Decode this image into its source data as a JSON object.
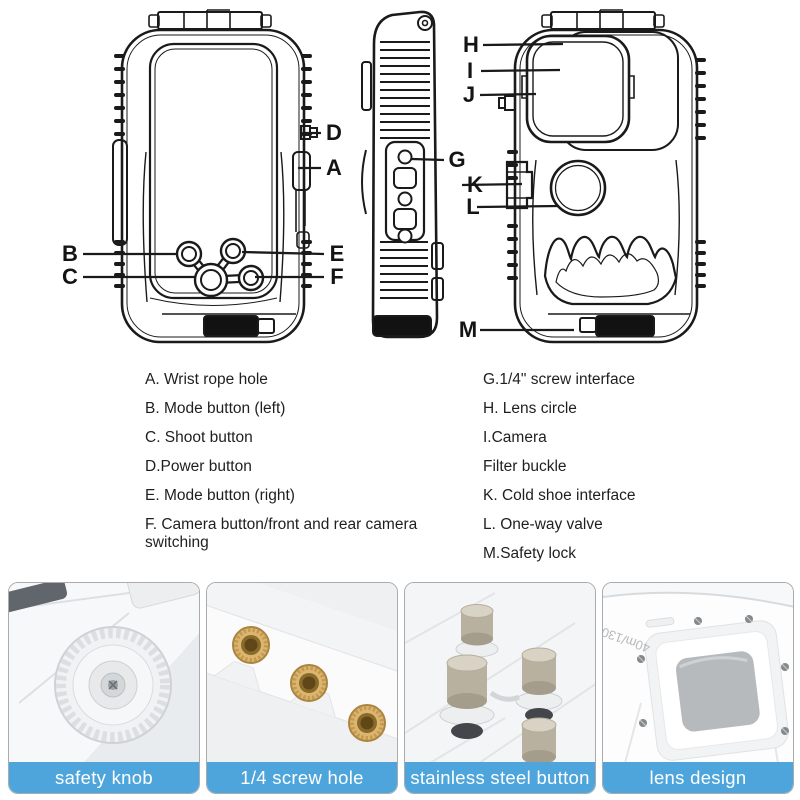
{
  "diagram": {
    "description": "waterproof phone case line drawings: front, side, back views",
    "callouts": [
      {
        "letter": "A"
      },
      {
        "letter": "B"
      },
      {
        "letter": "C"
      },
      {
        "letter": "D"
      },
      {
        "letter": "E"
      },
      {
        "letter": "F"
      },
      {
        "letter": "G"
      },
      {
        "letter": "H"
      },
      {
        "letter": "I"
      },
      {
        "letter": "J"
      },
      {
        "letter": "K"
      },
      {
        "letter": "L"
      },
      {
        "letter": "M"
      }
    ]
  },
  "legend": {
    "left_items": [
      "A. Wrist rope hole",
      "B. Mode button (left)",
      "C. Shoot button",
      "D.Power button",
      "E. Mode button (right)",
      "F. Camera button/front and rear camera switching"
    ],
    "right_items": [
      "G.1/4\" screw interface",
      "H. Lens circle",
      "I.Camera",
      "Filter buckle",
      "K. Cold shoe interface",
      "L. One-way valve",
      "M.Safety lock"
    ]
  },
  "gallery": {
    "items": [
      {
        "caption": "safety knob"
      },
      {
        "caption": "1/4 screw hole"
      },
      {
        "caption": "stainless steel button"
      },
      {
        "caption": "lens design",
        "overlay_text": "40m/130ft."
      }
    ]
  },
  "colors": {
    "caption_bar": "#4da5db",
    "line_art": "#1a1a1a",
    "brass": "#c9a55a",
    "steel_button": "#cfc8b8"
  }
}
